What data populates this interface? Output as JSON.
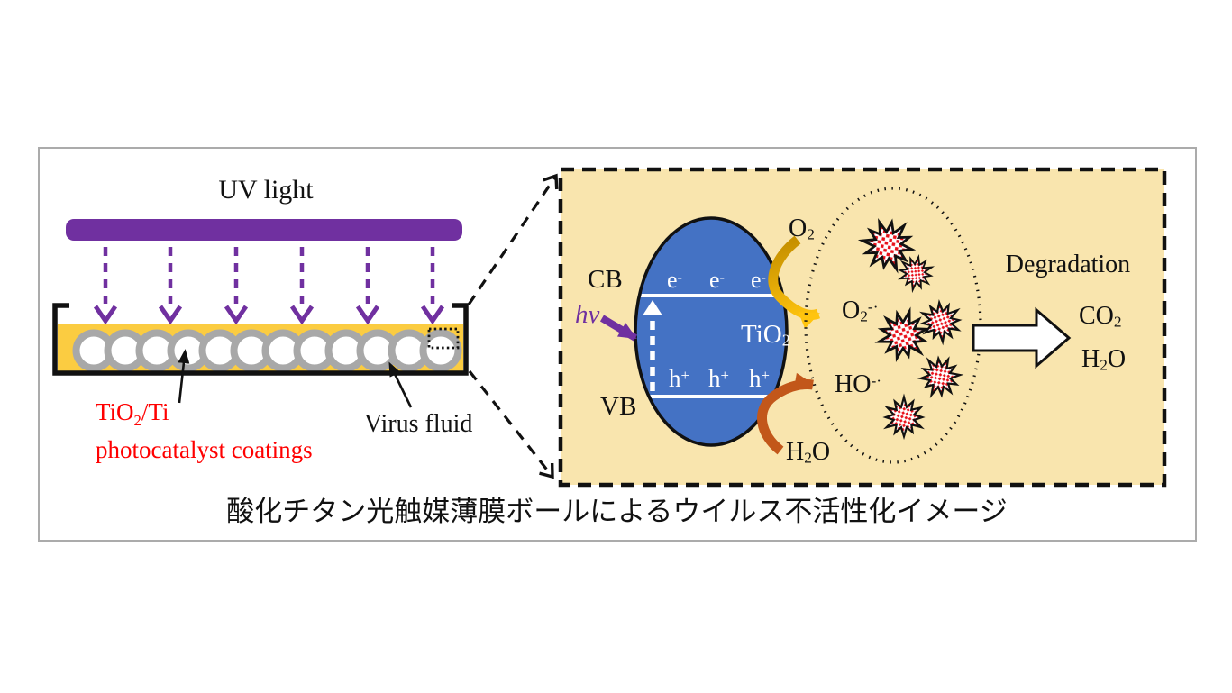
{
  "colors": {
    "frame_border": "#ABABAB",
    "uv_purple": "#7030A0",
    "fluid_yellow": "#FBCC41",
    "ball_gray": "#A8A8A8",
    "panel_cream": "#F9E5AE",
    "particle_blue": "#4472C4",
    "arrow_gold": "#FFC40E",
    "arrow_gold_dark": "#C79100",
    "arrow_brown": "#C2571A",
    "virus_red": "#E8111A",
    "label_red": "#FF0000",
    "line_black": "#111111"
  },
  "left_panel": {
    "uv_light_label": "UV light",
    "coating_label": {
      "base": "TiO",
      "sub": "2",
      "rest": "/Ti",
      "line2": "photocatalyst coatings"
    },
    "virus_fluid_label": "Virus fluid"
  },
  "right_panel": {
    "cb_label": "CB",
    "vb_label": "VB",
    "hv_label": "hν",
    "electron": {
      "base": "e",
      "sup": "-"
    },
    "hole": {
      "base": "h",
      "sup": "+"
    },
    "tio2_label": {
      "base": "TiO",
      "sub": "2"
    },
    "o2_label": {
      "base": "O",
      "sub": "2"
    },
    "superoxide_label": {
      "base": "O",
      "sub": "2",
      "sup": "-·"
    },
    "hydroxyl_label": {
      "base": "HO",
      "sup": "-·"
    },
    "h2o_label": {
      "base": "H",
      "sub": "2",
      "rest": "O"
    },
    "degradation_label": "Degradation",
    "co2_label": {
      "base": "CO",
      "sub": "2"
    },
    "h2o_product_label": {
      "base": "H",
      "sub": "2",
      "rest": "O"
    }
  },
  "caption": "酸化チタン光触媒薄膜ボールによるウイルス不活性化イメージ"
}
